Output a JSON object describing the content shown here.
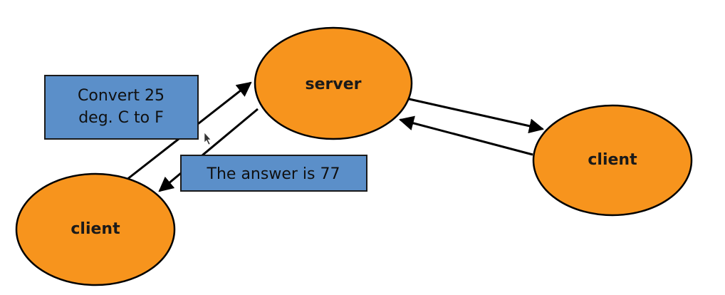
{
  "colors": {
    "node_fill": "#f7941d",
    "message_fill": "#5b8fc9",
    "stroke": "#000000"
  },
  "nodes": {
    "server": "server",
    "client_left": "client",
    "client_right": "client"
  },
  "messages": {
    "request": [
      "Convert 25",
      "deg. C to F"
    ],
    "response": "The answer is 77"
  }
}
